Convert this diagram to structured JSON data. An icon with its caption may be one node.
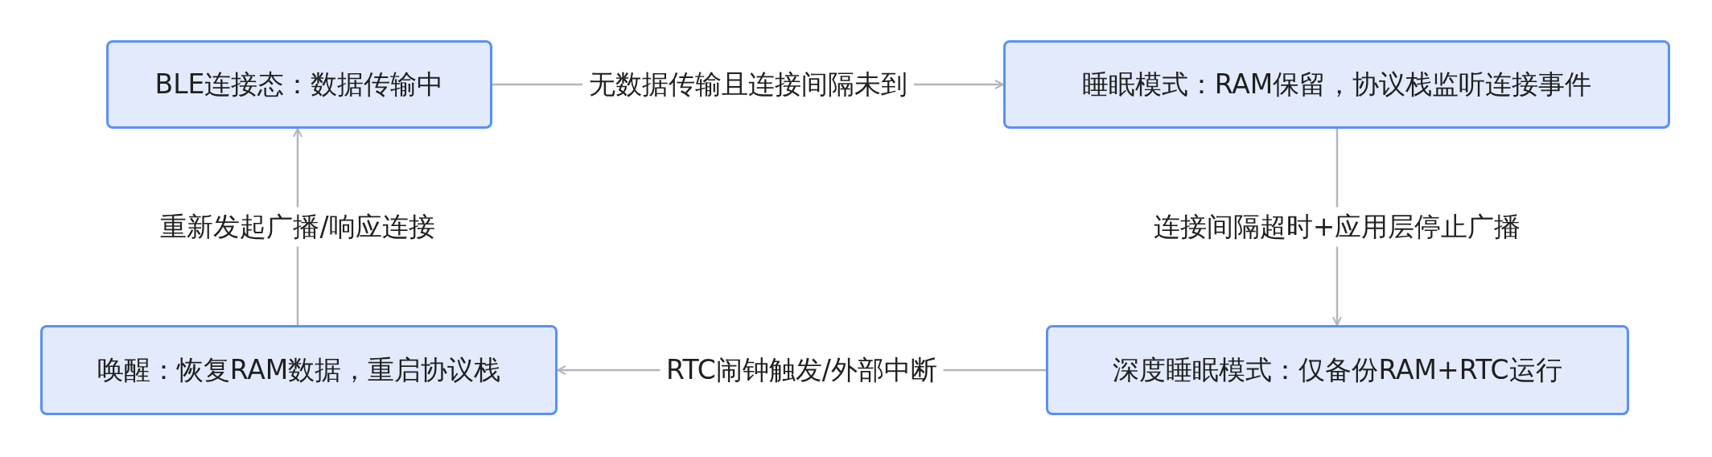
{
  "diagram": {
    "nodes": [
      {
        "text": [
          "BLE连接态：数据传输中"
        ]
      },
      {
        "text": [
          "睡眠模式：RAM保留，协议栈监听连接事件"
        ]
      },
      {
        "text": [
          "深度睡眠模式：仅备份RAM+RTC运行"
        ]
      },
      {
        "text": [
          "唤醒：恢复RAM数据，重启协议栈"
        ]
      }
    ],
    "edges": [
      {
        "from": 0,
        "to": 1,
        "arrow": "to",
        "label": "无数据传输且连接间隔未到"
      },
      {
        "from": 1,
        "to": 2,
        "arrow": "to",
        "label": "连接间隔超时+应用层停止广播"
      },
      {
        "from": 2,
        "to": 3,
        "arrow": "to",
        "label": "RTC闹钟触发/外部中断"
      },
      {
        "from": 3,
        "to": 0,
        "arrow": "to",
        "label": "重新发起广播/响应连接"
      }
    ]
  }
}
